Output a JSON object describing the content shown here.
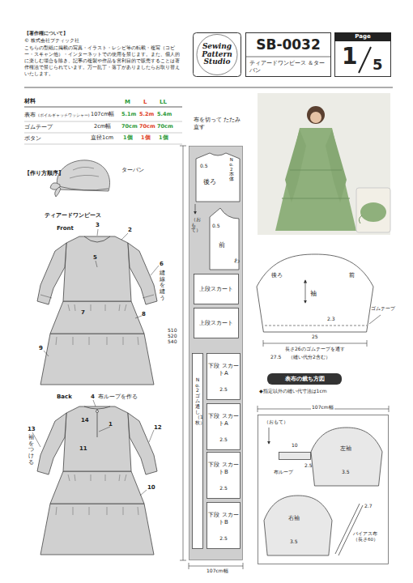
{
  "diagram": {
    "nodes": [
      {
        "text": [
          "Sewing Pattern Studio"
        ]
      },
      {
        "text": [
          "SB-0032",
          "ティアードワンピース ＆ターバン"
        ]
      },
      {
        "text": [
          "Page",
          "1",
          "5"
        ]
      },
      {
        "text": [
          "布を切って たたみ直す"
        ]
      },
      {
        "text": [
          "0.5",
          "後ろ"
        ],
        "in": 3
      },
      {
        "text": [
          "0.5",
          "前"
        ],
        "in": 3
      },
      {
        "text": [
          "上段スカート"
        ],
        "in": 3
      },
      {
        "text": [
          "上段スカート"
        ],
        "in": 3
      },
      {
        "text": [
          "下段 スカートA",
          "2.5"
        ],
        "in": 3
      },
      {
        "text": [
          "下段 スカートA",
          "2.5"
        ],
        "in": 3
      },
      {
        "text": [
          "下段 スカートB",
          "2.5"
        ],
        "in": 3
      },
      {
        "text": [
          "下段 スカートB",
          "2.5"
        ],
        "in": 3
      },
      {
        "text": [
          "No. 2 ゴム通し（1枚）"
        ],
        "in": 3
      },
      {
        "text": [
          "後ろ",
          "前",
          "袖"
        ]
      },
      {
        "text": [
          "表布の裁ち方図"
        ]
      },
      {
        "text": [
          "（おもて）"
        ]
      },
      {
        "text": [
          "左袖",
          "3.5"
        ],
        "in": 15
      },
      {
        "text": [
          "10",
          "布ループ",
          "2.5"
        ],
        "in": 15
      },
      {
        "text": [
          "右袖",
          "3.5"
        ],
        "in": 15
      },
      {
        "text": [
          "2.7",
          "バイアス布 （長さ60）"
        ],
        "in": 15
      }
    ],
    "labels": [
      "【著作権について】",
      "© 株式会社ブティック社",
      "こちらの型紙に掲載の写真・イラスト・レシピ等の転載・複写（コピー・スキャン他）・インターネットでの使用を禁じます。また、個人的に楽しむ場合を除き、記事の複製や作品を営利目的で販売することは著作権法で禁じられています。万一乱丁・落丁がありましたらお取り替えいたします。",
      "材料",
      "M",
      "L",
      "LL",
      "表布",
      "(ボイルギャッチワッシャー)",
      "107cm幅",
      "5.1m",
      "5.2m",
      "5.4m",
      "ゴムテープ",
      "2cm幅",
      "70cm",
      "70cm",
      "70cm",
      "ボタン",
      "直径1cm",
      "1個",
      "1個",
      "1個",
      "【作り方順序】",
      "ターバン",
      "ティアードワンピース",
      "Front",
      "3",
      "2",
      "5",
      "6",
      "縫線を縫う",
      "7",
      "8",
      "9",
      "Back",
      "4",
      "布ループを作る",
      "14",
      "1",
      "11",
      "13",
      "袖をつける",
      "12",
      "10",
      "No. 2 本体",
      "（おもて）",
      "わ",
      "510 520 540",
      "107cm幅",
      "2.3",
      "25",
      "ゴムテープ",
      "長さ26のゴムテープを通す",
      "27.5",
      "（縫い代分2含む）",
      "◆指定以外の縫い代寸法は1cm",
      "107cm幅"
    ]
  }
}
